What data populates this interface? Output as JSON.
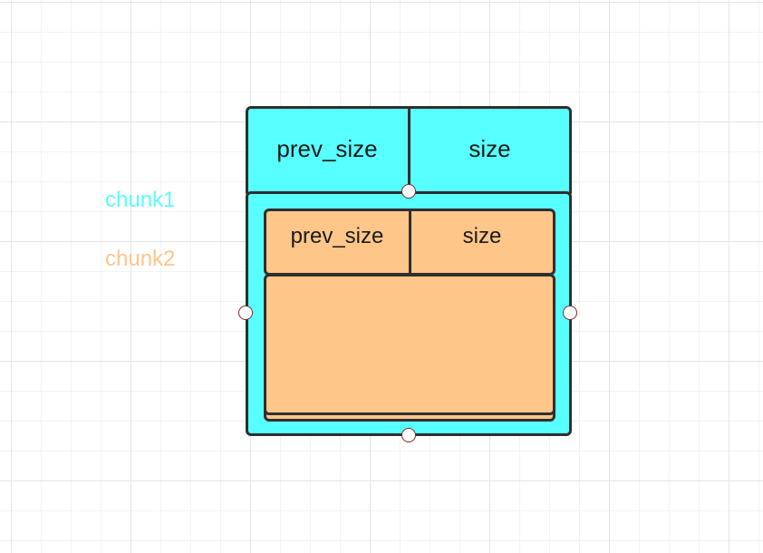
{
  "legend": {
    "chunk1": {
      "label": "chunk1",
      "color": "#58ffff"
    },
    "chunk2": {
      "label": "chunk2",
      "color": "#ffc68a"
    }
  },
  "chunk1": {
    "fill_color": "#58ffff",
    "header": {
      "prev_size": "prev_size",
      "size": "size"
    }
  },
  "chunk2": {
    "fill_color": "#ffc68a",
    "header": {
      "prev_size": "prev_size",
      "size": "size"
    }
  },
  "colors": {
    "outline": "#2f2f2f",
    "handle_border": "#7a2a2a",
    "grid": "#e4e4e4"
  },
  "icons": {
    "connection_handle": "connection-point-icon"
  }
}
